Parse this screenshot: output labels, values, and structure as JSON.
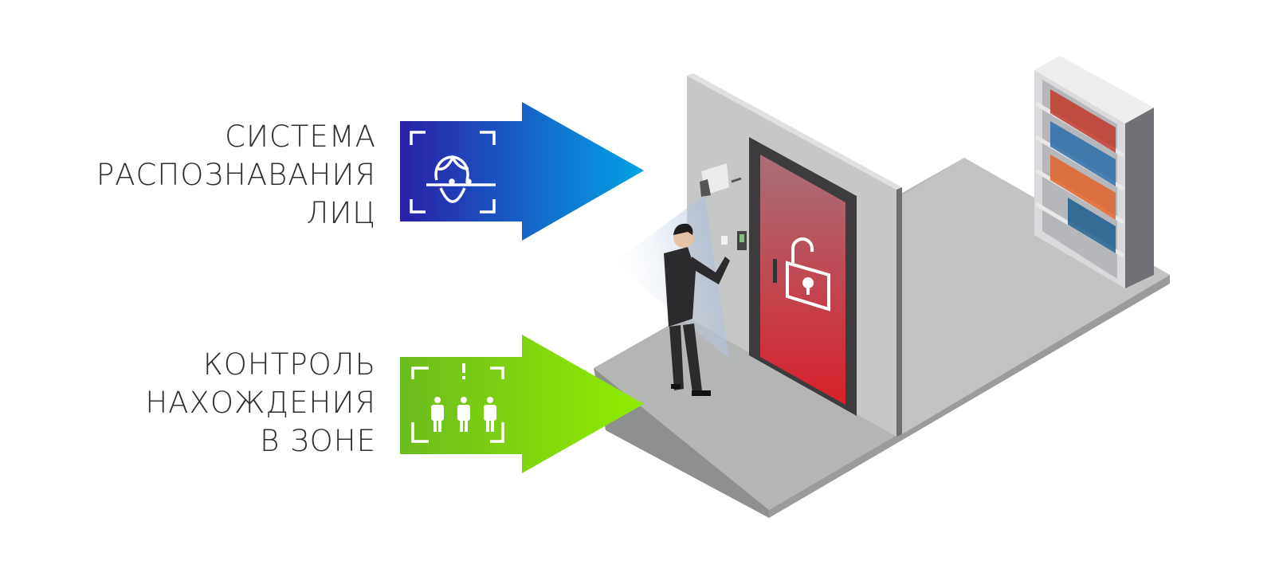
{
  "features": [
    {
      "lines": [
        "СИСТЕМА",
        "РАСПОЗНАВАНИЯ",
        "ЛИЦ"
      ],
      "icon": "face-recognition-icon",
      "gradient": [
        "#2a1fa8",
        "#02a3e6"
      ]
    },
    {
      "lines": [
        "КОНТРОЛЬ",
        "НАХОЖДЕНИЯ",
        "В ЗОНЕ"
      ],
      "icon": "people-in-zone-icon",
      "gradient": [
        "#6cbd1e",
        "#90ec00"
      ]
    }
  ],
  "colors": {
    "door": "#c0202c",
    "floor": "#b4b5b5",
    "wall": "#c4c5c5",
    "text": "#2e2e2e"
  }
}
